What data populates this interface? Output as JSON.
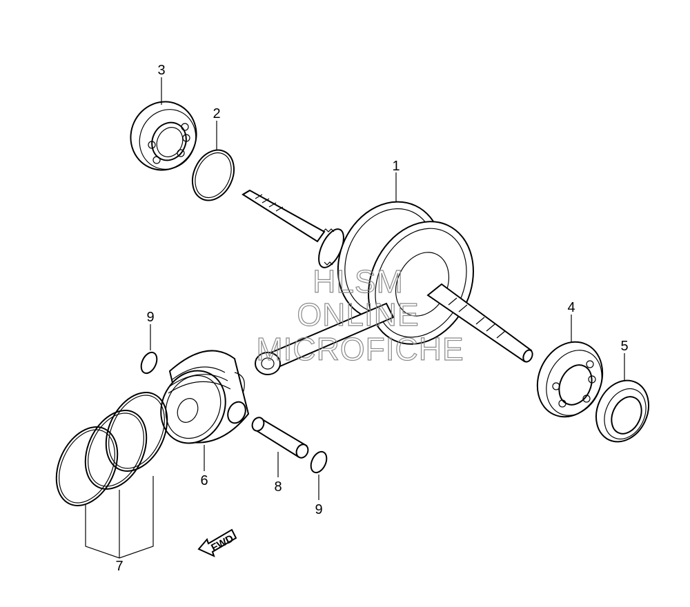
{
  "callouts": {
    "p1": "1",
    "p2": "2",
    "p3": "3",
    "p4": "4",
    "p5": "5",
    "p6": "6",
    "p7": "7",
    "p8": "8",
    "p9a": "9",
    "p9b": "9"
  },
  "fwd_label": "FWD",
  "watermark": {
    "line1": "HLSM",
    "line2": "ONLINE",
    "line3": "MICROFICHE"
  }
}
